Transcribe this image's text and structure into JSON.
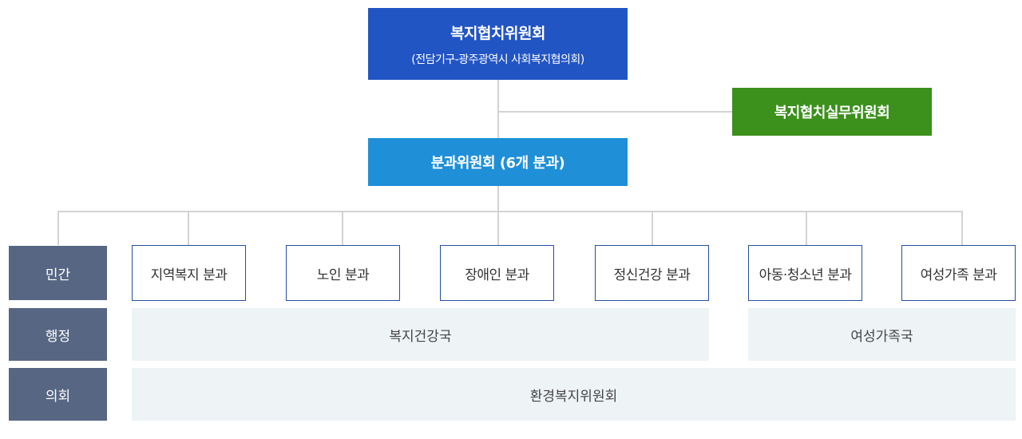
{
  "top_committee": {
    "title": "복지협치위원회",
    "subtitle": "(전담기구-광주광역시 사회복지협의회)"
  },
  "practical_committee": {
    "label": "복지협치실무위원회"
  },
  "sub_committee": {
    "label": "분과위원회 (6개 분과)"
  },
  "rows": {
    "civil": "민간",
    "admin": "행정",
    "council": "의회"
  },
  "divisions": [
    {
      "label": "지역복지 분과"
    },
    {
      "label": "노인 분과"
    },
    {
      "label": "장애인 분과"
    },
    {
      "label": "정신건강 분과"
    },
    {
      "label": "아동·청소년 분과"
    },
    {
      "label": "여성가족 분과"
    }
  ],
  "admin_bureaus": [
    {
      "label": "복지건강국"
    },
    {
      "label": "여성가족국"
    }
  ],
  "council_committee": {
    "label": "환경복지위원회"
  },
  "colors": {
    "top_committee": "#2255c4",
    "practical_committee": "#3c901c",
    "sub_committee": "#1f8fd8",
    "row_label": "#566683",
    "division_border": "#264fa3",
    "band": "#eef3f6",
    "connector": "#d3d3d3"
  }
}
